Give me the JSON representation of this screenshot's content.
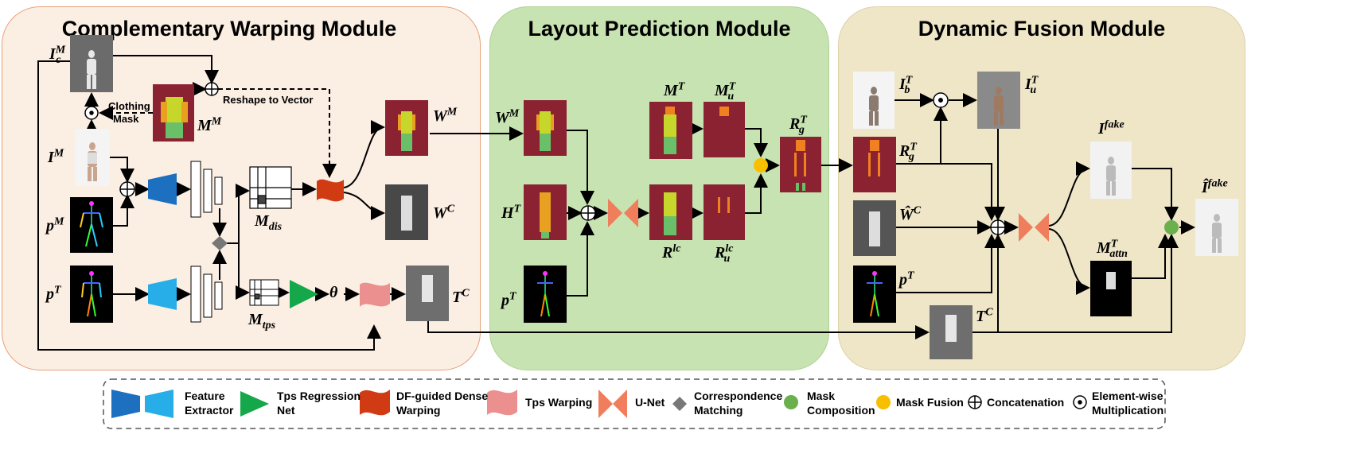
{
  "modules": {
    "warping": {
      "title": "Complementary Warping Module",
      "color": "#fbeee3",
      "border": "#e8a27a"
    },
    "layout": {
      "title": "Layout Prediction Module",
      "color": "#c7e3b1",
      "border": "#b0d296"
    },
    "fusion": {
      "title": "Dynamic Fusion Module",
      "color": "#efe6c8",
      "border": "#ddd1a7"
    }
  },
  "labels": {
    "clothing_mask": "Clothing",
    "clothing_mask2": "Mask",
    "reshape": "Reshape to Vector",
    "theta": "θ"
  },
  "legend": {
    "feature_extractor": [
      "Feature",
      "Extractor"
    ],
    "tps_regression": [
      "Tps Regression",
      "Net"
    ],
    "df_warping": [
      "DF-guided Dense",
      "Warping"
    ],
    "tps_warping": "Tps Warping",
    "unet": "U-Net",
    "correspondence": [
      "Correspondence",
      "Matching"
    ],
    "mask_composition": [
      "Mask",
      "Composition"
    ],
    "mask_fusion": "Mask Fusion",
    "concatenation": "Concatenation",
    "elementwise": [
      "Element-wise",
      "Multiplication"
    ]
  },
  "colors": {
    "dark_red": "#8b2232",
    "mask_gray": "#5a5a5a",
    "feature_dark": "#1d6fbf",
    "feature_light": "#27aee8",
    "tps_green": "#15a84a",
    "df_orange": "#d03b14",
    "tps_pink": "#ec8f8f",
    "unet_orange": "#f07d5b",
    "diamond_gray": "#777777",
    "composition_green": "#6ab04c",
    "fusion_yellow": "#f8bf00"
  }
}
